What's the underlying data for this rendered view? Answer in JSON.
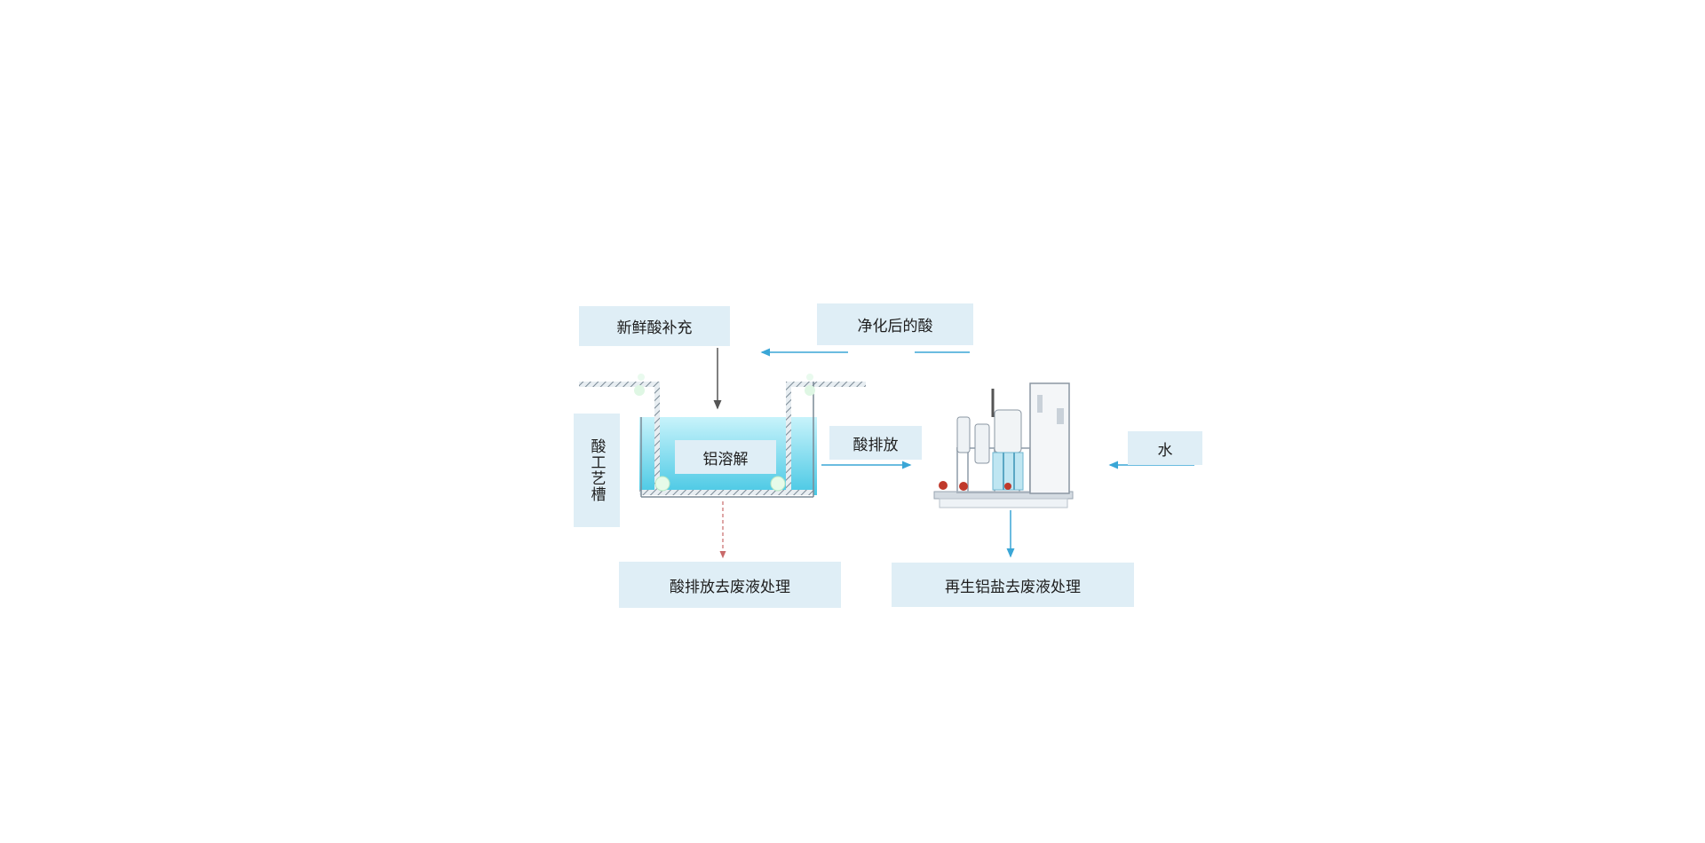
{
  "labels": {
    "fresh_acid": "新鲜酸补充",
    "purified_acid": "净化后的酸",
    "tank": "酸工艺槽",
    "al_dissolve": "铝溶解",
    "acid_discharge": "酸排放",
    "water": "水",
    "acid_to_waste": "酸排放去废液处理",
    "regen_to_waste": "再生铝盐去废液处理"
  },
  "icons": {
    "tank": "acid-tank-illustration",
    "unit": "acid-purification-unit-illustration"
  },
  "colors": {
    "label_bg": "#dfeef6",
    "liquid_top": "#c8f3fb",
    "liquid_bottom": "#48c8e4",
    "arrow_blue": "#3aa6d6",
    "arrow_gray": "#555555",
    "arrow_red_dashed": "#c96a6a"
  }
}
